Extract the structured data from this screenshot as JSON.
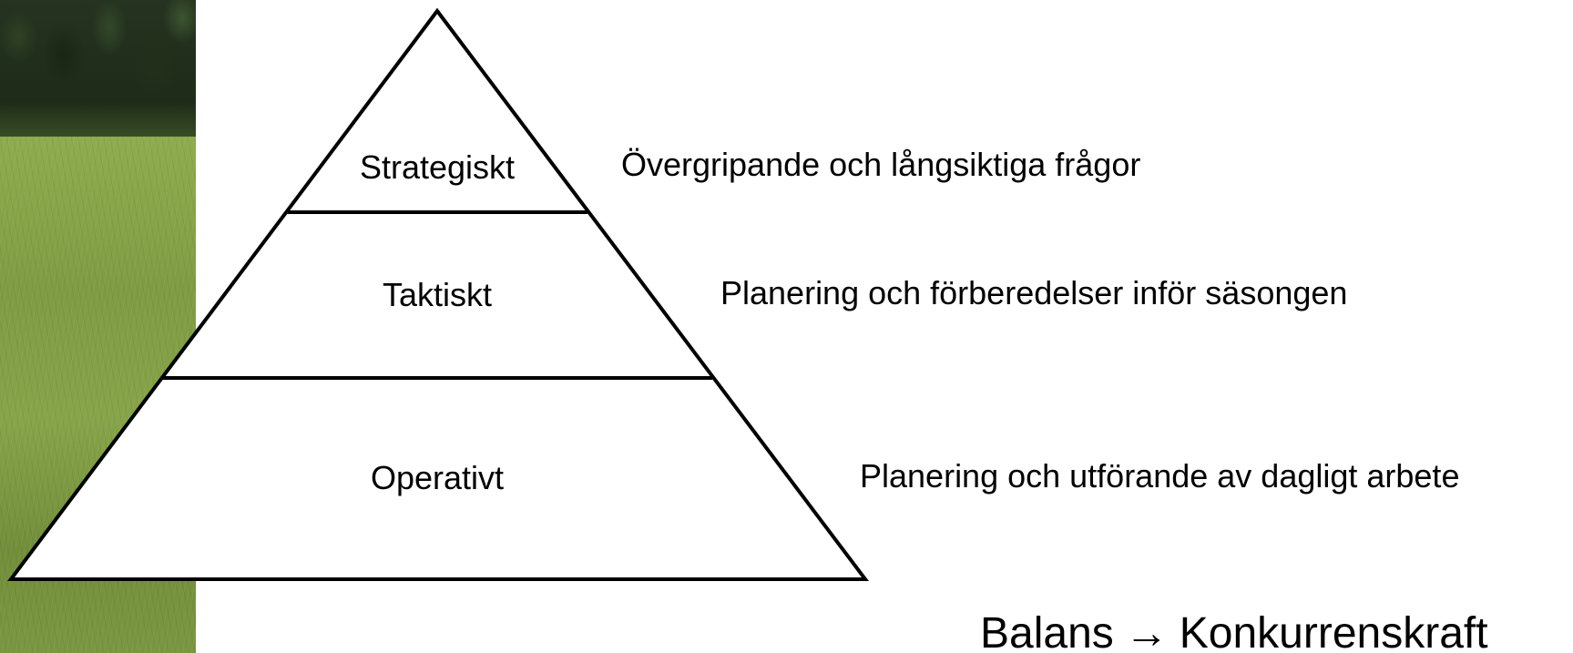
{
  "pyramid": {
    "levels": [
      {
        "label": "Strategiskt",
        "description": "Övergripande och långsiktiga frågor"
      },
      {
        "label": "Taktiskt",
        "description": "Planering och förberedelser inför säsongen"
      },
      {
        "label": "Operativt",
        "description": "Planering och utförande av dagligt arbete"
      }
    ],
    "stroke_color": "#000000",
    "fill_color": "#ffffff"
  },
  "footer": {
    "left": "Balans",
    "arrow": "→",
    "right": "Konkurrenskraft"
  },
  "photo": {
    "subject": "grass-field-with-forest-edge"
  }
}
